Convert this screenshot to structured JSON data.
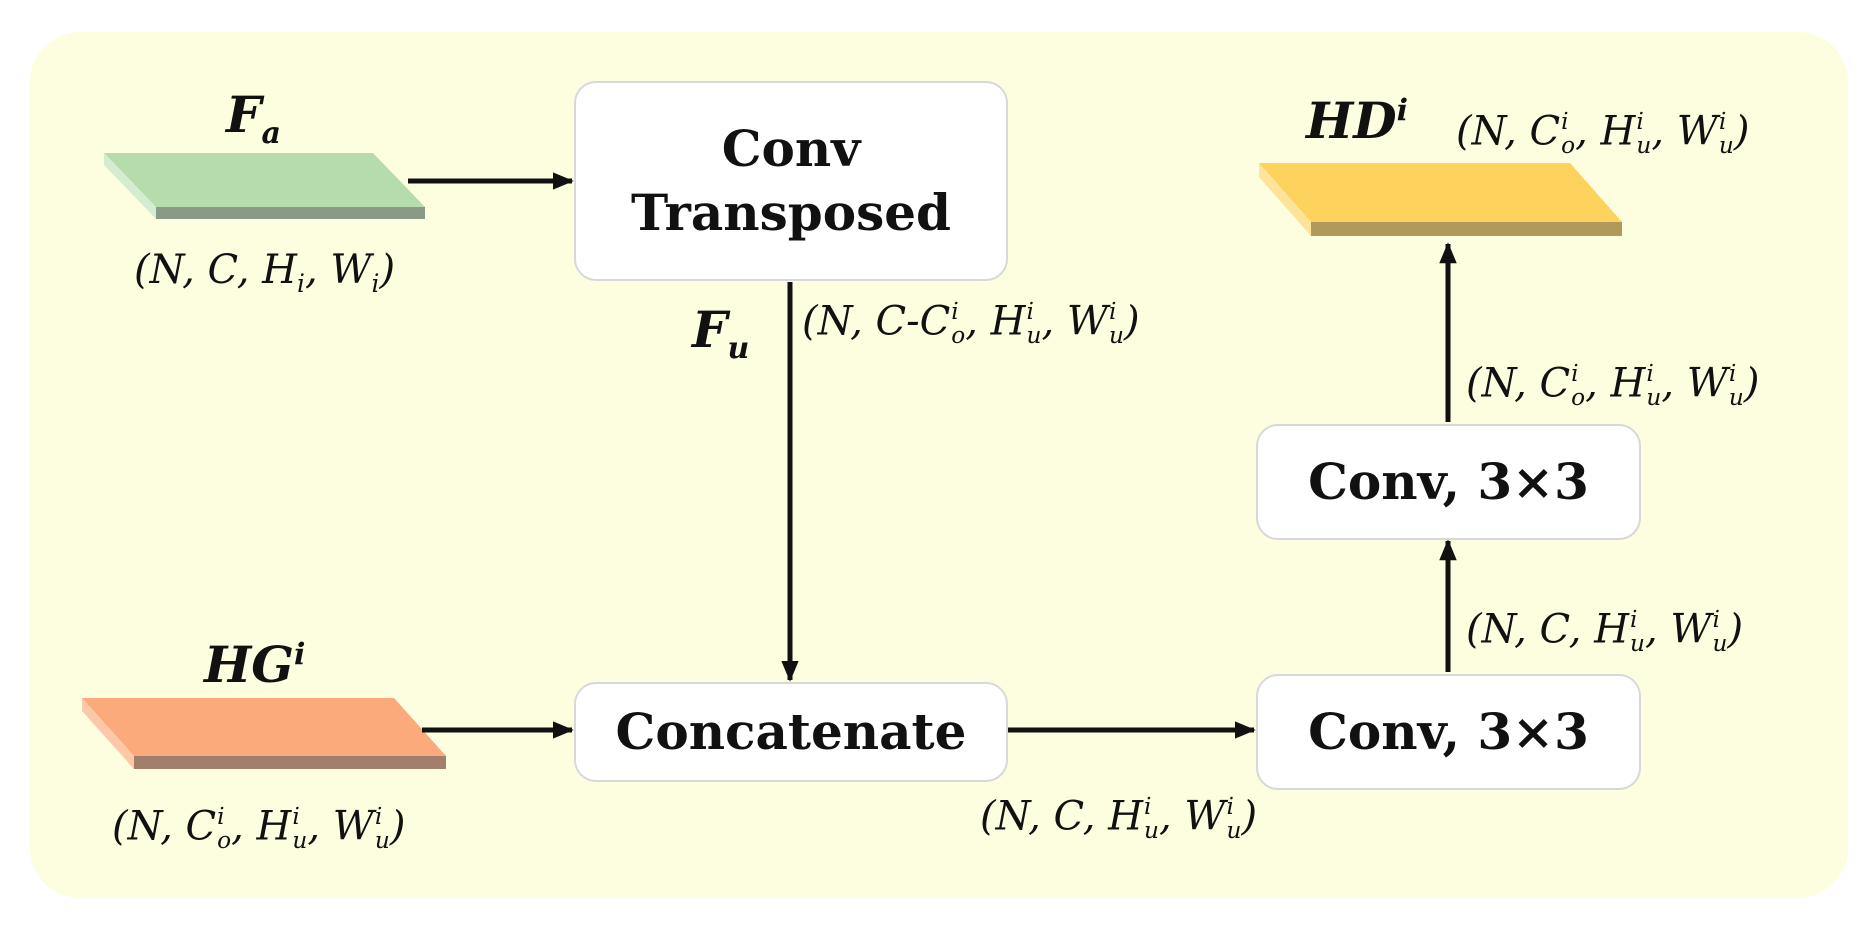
{
  "boxes": {
    "conv_transposed": {
      "lines": [
        "Conv",
        "Transposed"
      ]
    },
    "concatenate": {
      "label": "Concatenate"
    },
    "conv_a": {
      "label": "Conv, 3×3"
    },
    "conv_b": {
      "label": "Conv, 3×3"
    }
  },
  "tensors": {
    "fa": {
      "base": "F",
      "sub": "a",
      "color": "#b6dcae",
      "edge": "#8a9a86"
    },
    "hg": {
      "base": "HG",
      "sup": "i",
      "color": "#fbaa7c",
      "edge": "#a27e6c"
    },
    "hd": {
      "base": "HD",
      "sup": "i",
      "color": "#fdd25d",
      "edge": "#b09a5a"
    }
  },
  "labels": {
    "fu": {
      "base": "F",
      "sub": "u"
    },
    "fa_shape": {
      "open": "(",
      "a": "N",
      "b": "C",
      "c": "H",
      "c_sub": "i",
      "d": "W",
      "d_sub": "i",
      "close": ")"
    },
    "hg_shape": {
      "open": "(",
      "a": "N",
      "b": "C",
      "b_sup": "i",
      "b_sub": "o",
      "c": "H",
      "c_sup": "i",
      "c_sub": "u",
      "d": "W",
      "d_sup": "i",
      "d_sub": "u",
      "close": ")"
    },
    "fu_shape": {
      "open": "(",
      "a": "N",
      "b": "C-C",
      "b_sup": "i",
      "b_sub": "o",
      "c": "H",
      "c_sup": "i",
      "c_sub": "u",
      "d": "W",
      "d_sup": "i",
      "d_sub": "u",
      "close": ")"
    },
    "concat_shape": {
      "open": "(",
      "a": "N",
      "b": "C",
      "c": "H",
      "c_sup": "i",
      "c_sub": "u",
      "d": "W",
      "d_sup": "i",
      "d_sub": "u",
      "close": ")"
    },
    "conv_b_shape": {
      "open": "(",
      "a": "N",
      "b": "C",
      "c": "H",
      "c_sup": "i",
      "c_sub": "u",
      "d": "W",
      "d_sup": "i",
      "d_sub": "u",
      "close": ")"
    },
    "conv_a_shape": {
      "open": "(",
      "a": "N",
      "b": "C",
      "b_sup": "i",
      "b_sub": "o",
      "c": "H",
      "c_sup": "i",
      "c_sub": "u",
      "d": "W",
      "d_sup": "i",
      "d_sub": "u",
      "close": ")"
    },
    "hd_shape": {
      "open": "(",
      "a": "N",
      "b": "C",
      "b_sup": "i",
      "b_sub": "o",
      "c": "H",
      "c_sup": "i",
      "c_sub": "u",
      "d": "W",
      "d_sup": "i",
      "d_sub": "u",
      "close": ")"
    }
  }
}
